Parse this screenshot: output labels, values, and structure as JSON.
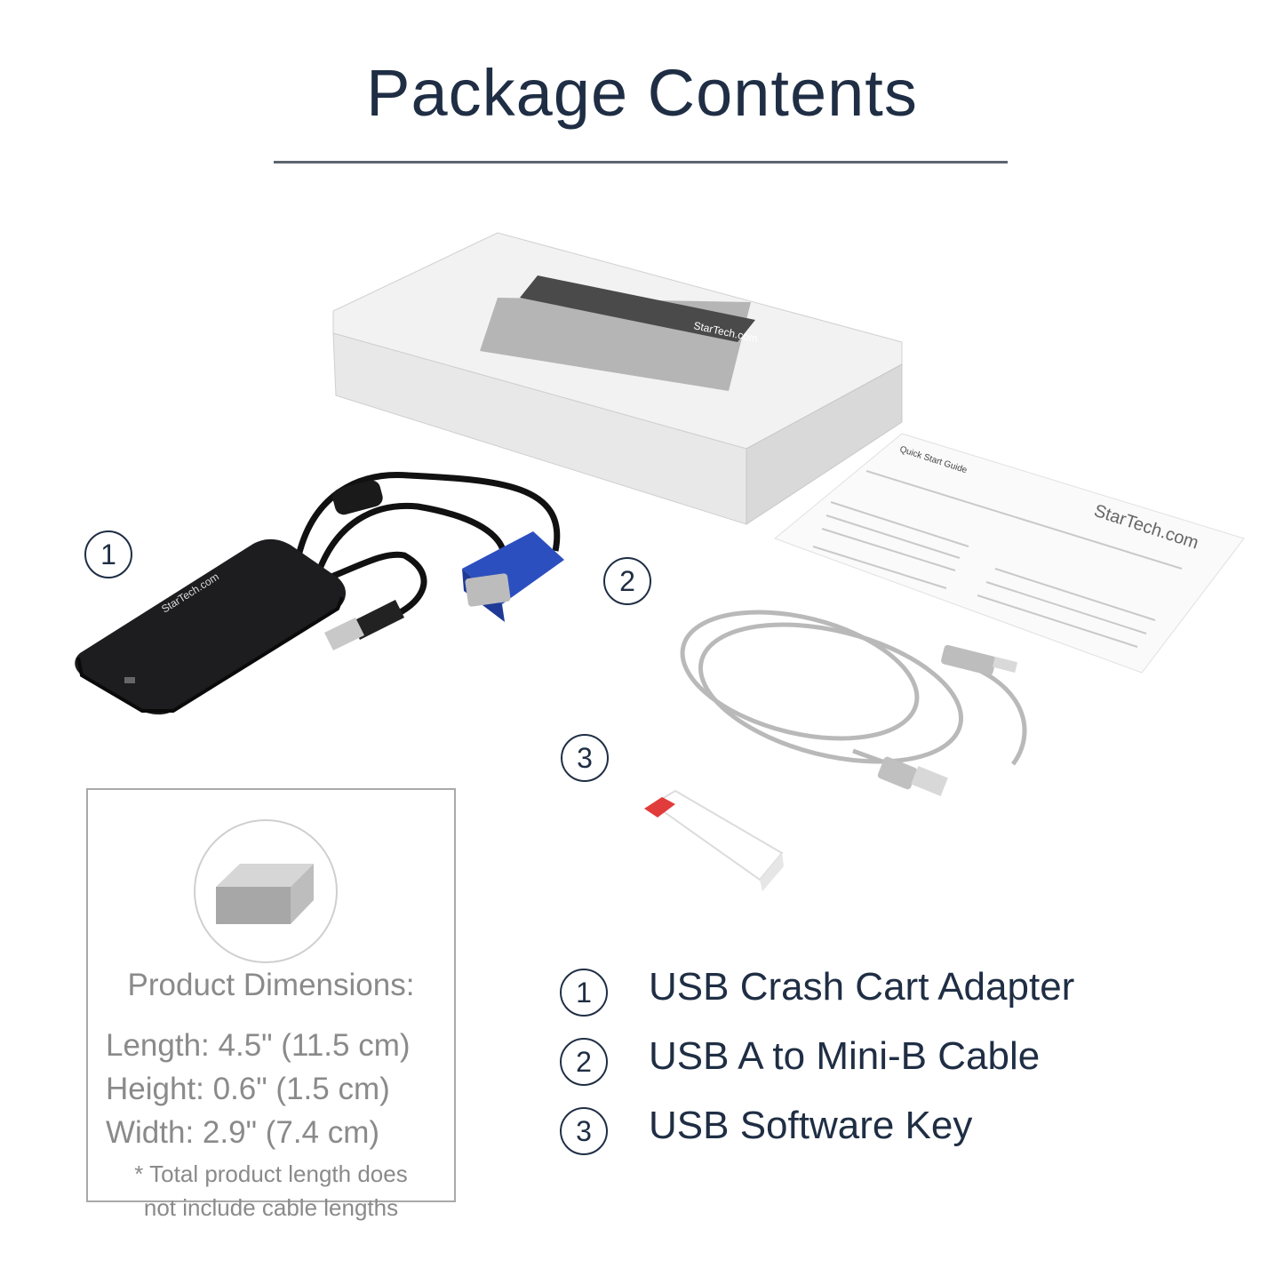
{
  "title": "Package Contents",
  "photo_labels": {
    "item1": "1",
    "item2": "2",
    "item3": "3"
  },
  "dimensions": {
    "heading": "Product Dimensions:",
    "length": "Length: 4.5\" (11.5 cm)",
    "height": "Height: 0.6\" (1.5 cm)",
    "width": "Width: 2.9\" (7.4 cm)",
    "note_line1": "* Total product length does",
    "note_line2": "not include cable lengths"
  },
  "legend": [
    {
      "number": "1",
      "label": "USB Crash Cart Adapter"
    },
    {
      "number": "2",
      "label": "USB A to Mini-B Cable"
    },
    {
      "number": "3",
      "label": "USB Software Key"
    }
  ],
  "photo_text": {
    "box_brand": "StarTech.com",
    "guide_title": "Quick Start Guide",
    "guide_brand": "StarTech.com",
    "adapter_brand": "StarTech.com"
  }
}
